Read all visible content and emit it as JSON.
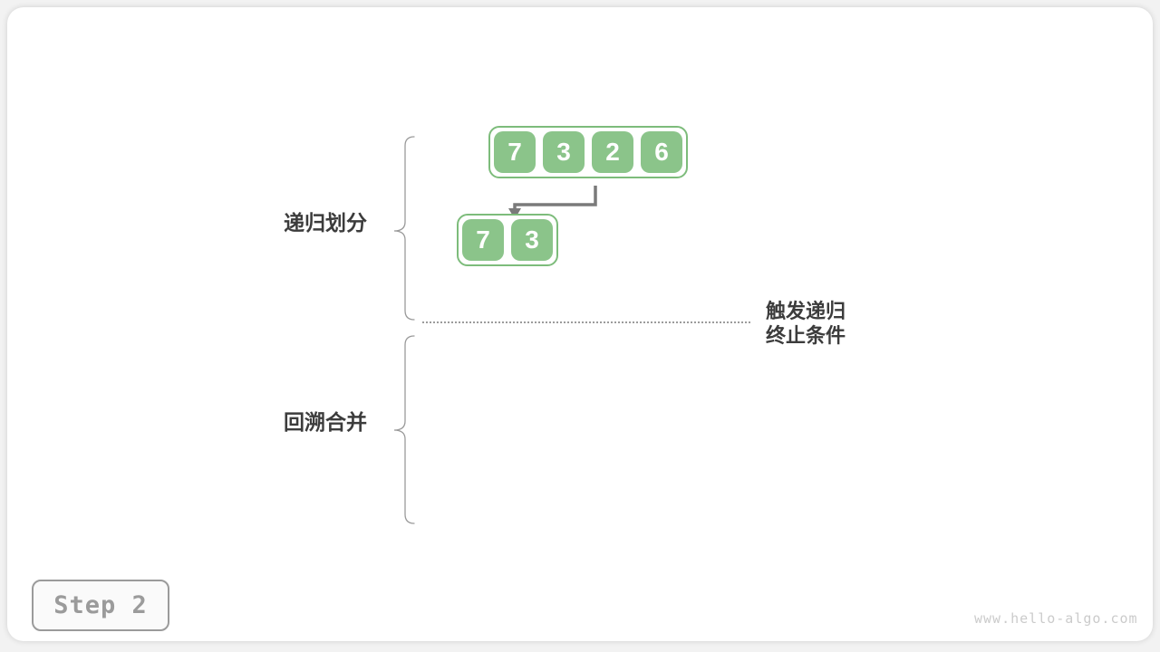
{
  "colors": {
    "cell_green": "#8bc48a",
    "container_green_border": "#7dbc7b",
    "arrow_gray": "#7a7a7a",
    "brace_gray": "#9a9a9a",
    "text_dark": "#3c3c3c",
    "muted_gray": "#9b9b9b",
    "watermark_gray": "#cbcbcb",
    "card_background": "#ffffff",
    "page_background": "#f2f2f2"
  },
  "diagram": {
    "labels": {
      "divide": "递归划分",
      "merge": "回溯合并",
      "annotation_line1": "触发递归",
      "annotation_line2": "终止条件"
    },
    "arrays": {
      "level1": {
        "values": [
          "7",
          "3",
          "2",
          "6"
        ]
      },
      "level2": {
        "values": [
          "7",
          "3"
        ]
      }
    }
  },
  "footer": {
    "step_label": "Step 2",
    "watermark": "www.hello-algo.com"
  }
}
